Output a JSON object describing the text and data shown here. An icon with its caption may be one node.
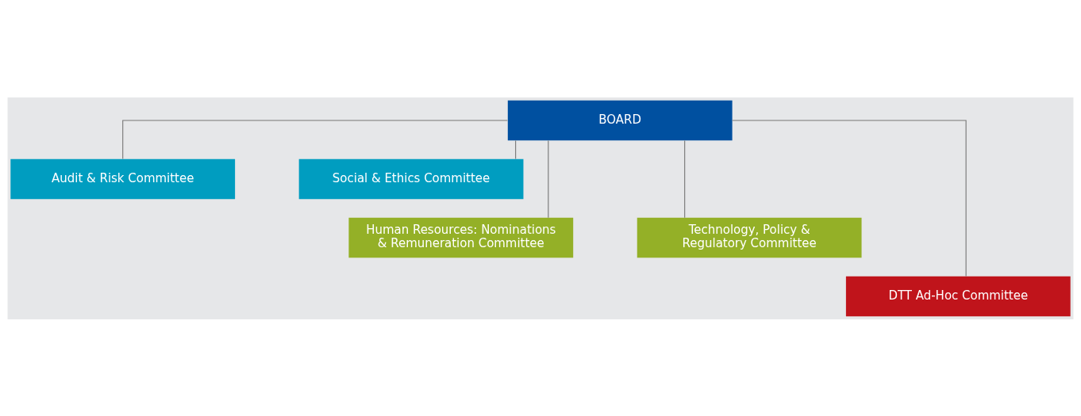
{
  "diagram": {
    "nodes": [
      {
        "text": [
          "BOARD"
        ]
      },
      {
        "text": [
          "Audit & Risk Committee"
        ]
      },
      {
        "text": [
          "Social & Ethics Committee"
        ]
      },
      {
        "text": [
          "Human Resources: Nominations & Remuneration Committee"
        ]
      },
      {
        "text": [
          "Technology, Policy & Regulatory Committee"
        ]
      },
      {
        "text": [
          "DTT Ad-Hoc Committee"
        ]
      }
    ],
    "edges": [
      {
        "from": 0,
        "to": 1,
        "arrow": "none"
      },
      {
        "from": 0,
        "to": 2,
        "arrow": "none"
      },
      {
        "from": 0,
        "to": 3,
        "arrow": "none"
      },
      {
        "from": 0,
        "to": 4,
        "arrow": "none"
      },
      {
        "from": 0,
        "to": 5,
        "arrow": "none"
      }
    ]
  }
}
